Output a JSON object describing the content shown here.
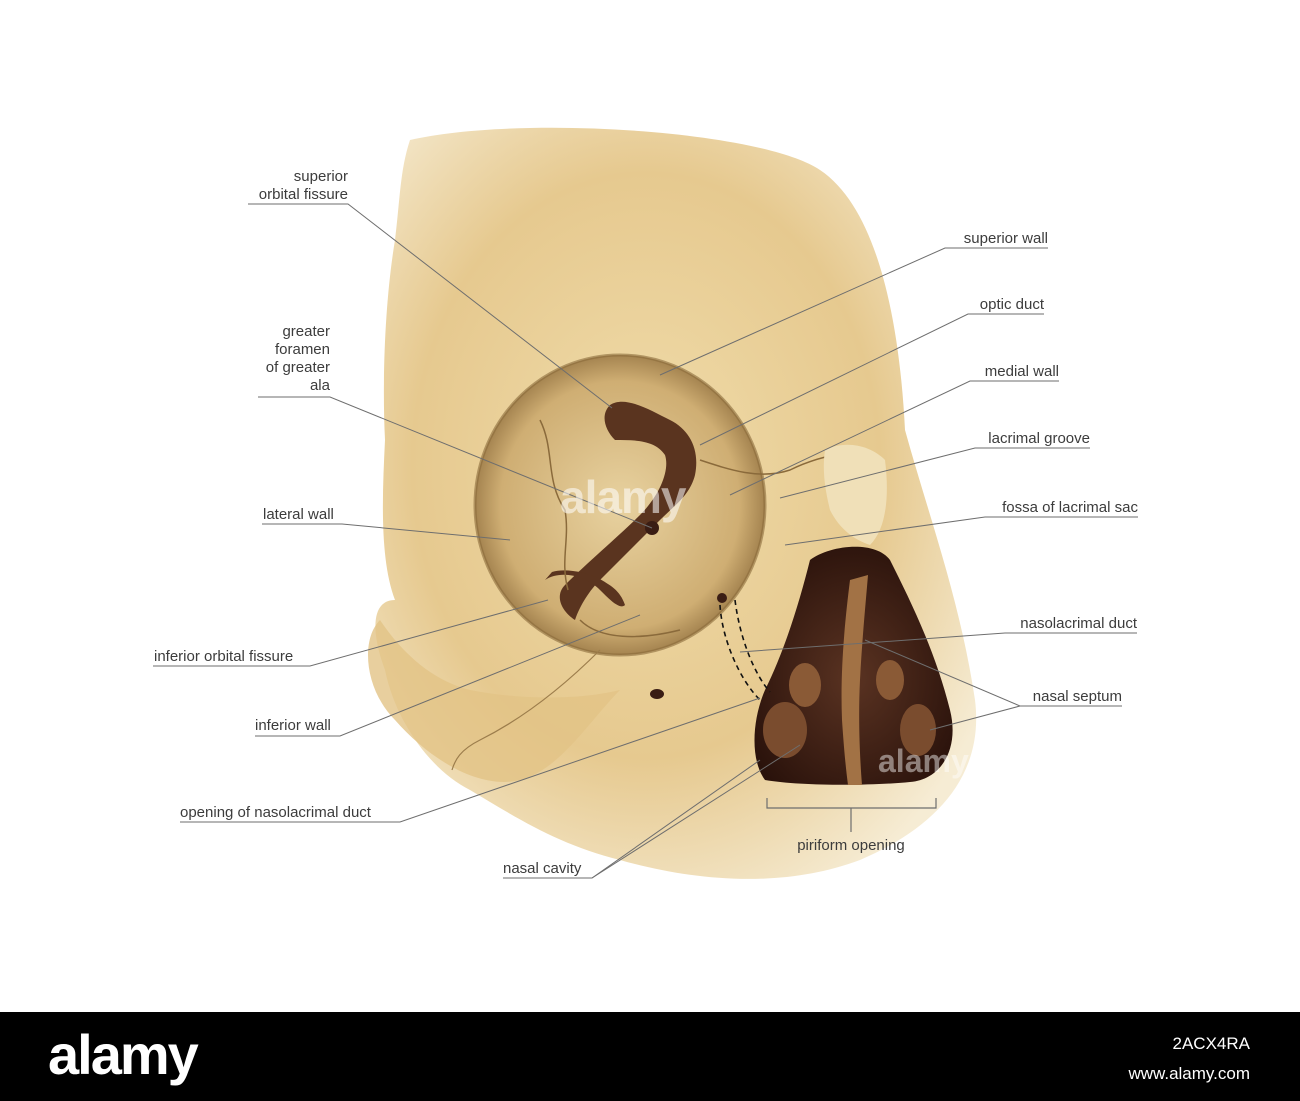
{
  "labels": {
    "superior_orbital_fissure": [
      "superior",
      "orbital fissure"
    ],
    "greater_foramen": [
      "greater",
      "foramen",
      "of greater",
      "ala"
    ],
    "lateral_wall": "lateral wall",
    "inferior_orbital_fissure": "inferior orbital fissure",
    "inferior_wall": "inferior wall",
    "opening_nasolacrimal": "opening of nasolacrimal duct",
    "nasal_cavity": "nasal cavity",
    "superior_wall": "superior wall",
    "optic_duct": "optic duct",
    "medial_wall": "medial wall",
    "lacrimal_groove": "lacrimal groove",
    "fossa_lacrimal_sac": "fossa of lacrimal sac",
    "nasolacrimal_duct": "nasolacrimal duct",
    "nasal_septum": "nasal septum",
    "piriform_opening": "piriform opening"
  },
  "watermark": "alamy",
  "footer": {
    "logo": "alamy",
    "image_code": "2ACX4RA",
    "url": "www.alamy.com"
  },
  "colors": {
    "bone": "#e8cf98",
    "bone_shadow": "#b7955c",
    "cavity_dark": "#3a1d14",
    "line": "#6e6e6e"
  }
}
